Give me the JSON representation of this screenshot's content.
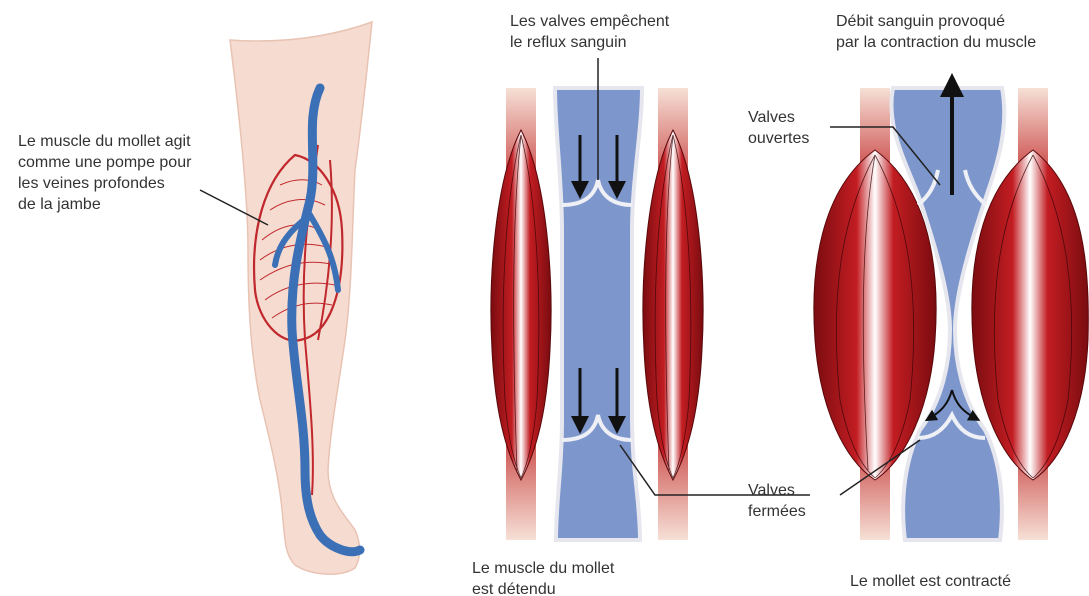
{
  "labels": {
    "calf_pump": [
      "Le muscle du mollet agit",
      "comme une pompe pour",
      "les veines profondes",
      "de la jambe"
    ],
    "valves_prevent": [
      "Les valves empêchent",
      "le reflux sanguin"
    ],
    "blood_flow": [
      "Débit sanguin provoqué",
      "par la contraction du muscle"
    ],
    "valves_open": [
      "Valves",
      "ouvertes"
    ],
    "valves_closed": [
      "Valves",
      "fermées"
    ],
    "relaxed": [
      "Le muscle du mollet",
      "est détendu"
    ],
    "contracted": [
      "Le mollet est contracté"
    ]
  },
  "colors": {
    "skin": "#f6dcd0",
    "skin_outline": "#e8c3b4",
    "vein_blue": "#3b6fb6",
    "vessel_fill": "#7d96cc",
    "vessel_dark": "#5d78b3",
    "muscle_red": "#b3171c",
    "muscle_dark": "#7a0c10",
    "tendon": "#f3d8cc",
    "artery_red": "#c0282d",
    "text": "#333333"
  }
}
